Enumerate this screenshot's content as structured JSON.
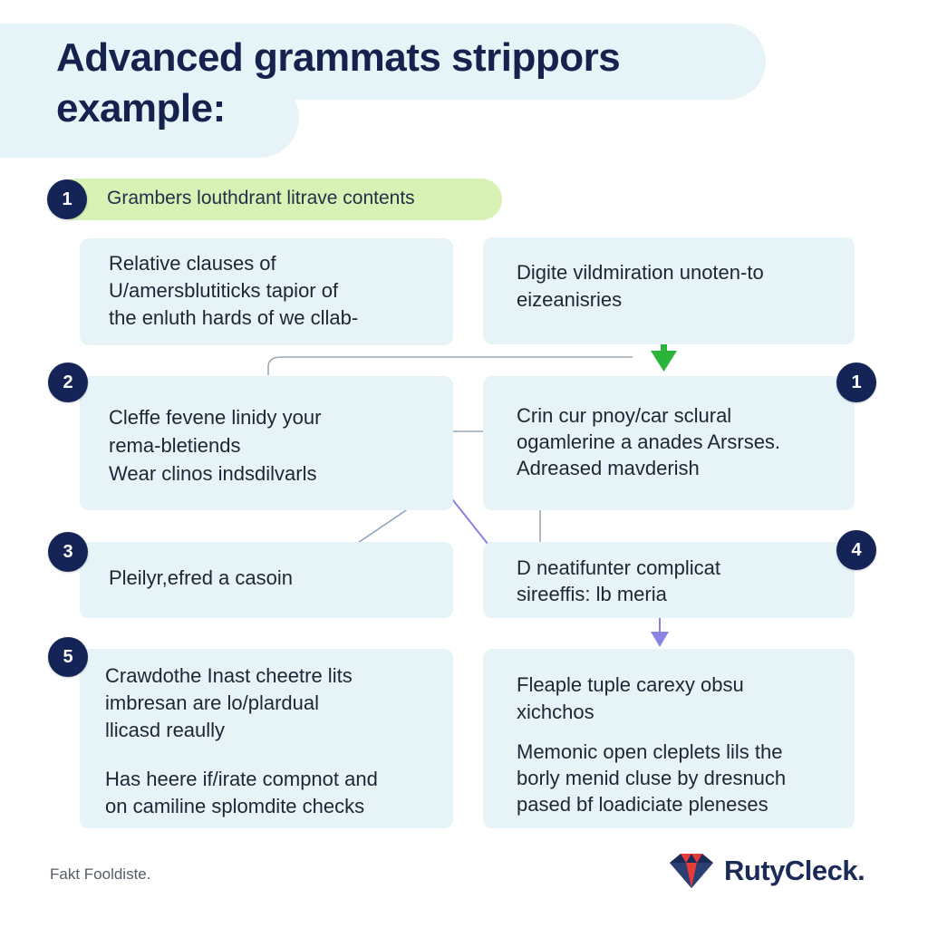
{
  "title": "Advanced grammats strippors example:",
  "header_pill": {
    "number": "1",
    "label": "Grambers louthdrant litrave contents"
  },
  "cards": [
    {
      "lines": [
        "Relative clauses of",
        "U/amersblutiticks tapior of",
        "the enluth hards of we cllab-"
      ]
    },
    {
      "lines": [
        "Digite vildmiration unoten-to",
        "eizeanisries"
      ]
    },
    {
      "badge": "2",
      "lines": [
        "Cleffe fevene linidy your",
        "rema-bletiends",
        "Wear clinos indsdilvarls"
      ]
    },
    {
      "badge": "1",
      "lines": [
        "Crin cur pnoy/car sclural",
        "ogamlerine a anades Arsrses.",
        "Adreased mavderish"
      ]
    },
    {
      "badge": "3",
      "lines": [
        "Pleilyr,efred a casoin"
      ]
    },
    {
      "badge": "4",
      "lines": [
        "D neatifunter complicat",
        "sireeffis: lb meria"
      ]
    },
    {
      "badge": "5",
      "lines": [
        "Crawdothe Inast cheetre lits",
        "imbresan are lo/plardual",
        "llicasd reaully",
        "Has heere if/irate compnot and",
        "on camiline splomdite checks"
      ]
    },
    {
      "lines": [
        "Fleaple tuple carexy obsu",
        "xichchos",
        "Memonic open cleplets lils the",
        "borly menid cluse by dresnuch",
        "pased bf loadiciate pleneses"
      ]
    }
  ],
  "footer": {
    "left_text": "Fakt Fooldiste.",
    "brand": "RutyCleck."
  },
  "colors": {
    "navy": "#152457",
    "card_bg": "#e6f3f7",
    "pill_green": "#d8f2b5",
    "arrow_green": "#2bb43a",
    "arrow_purple": "#8a84e0"
  }
}
